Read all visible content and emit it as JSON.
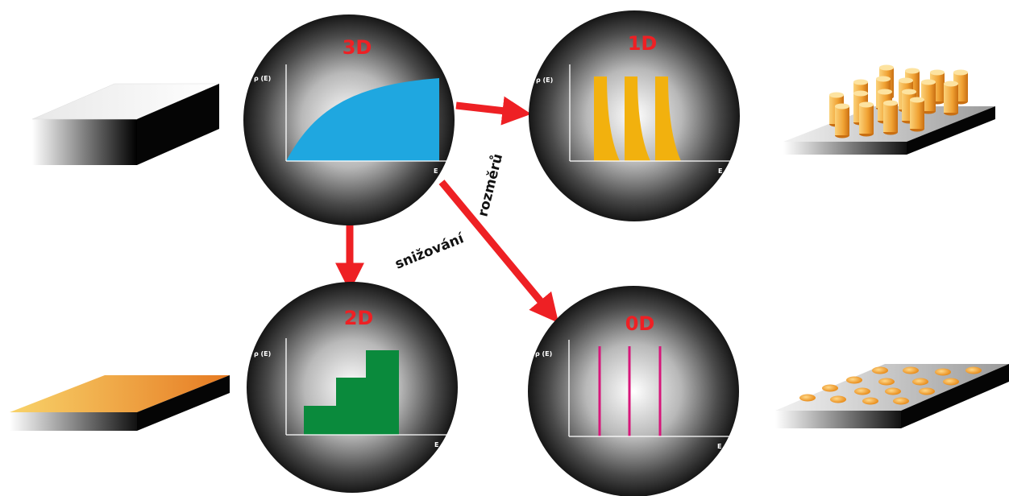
{
  "spheres": [
    {
      "id": "3d",
      "label": "3D",
      "y_axis": "ρ (E)",
      "x_axis": "E",
      "plot": "continuous",
      "plot_color": "#1fa7e0"
    },
    {
      "id": "1d",
      "label": "1D",
      "y_axis": "ρ (E)",
      "x_axis": "E",
      "plot": "peaks",
      "plot_color": "#f2b10e"
    },
    {
      "id": "2d",
      "label": "2D",
      "y_axis": "ρ (E)",
      "x_axis": "E",
      "plot": "steps",
      "plot_color": "#0a8a3c"
    },
    {
      "id": "0d",
      "label": "0D",
      "y_axis": "ρ (E)",
      "x_axis": "E",
      "plot": "deltas",
      "plot_color": "#d6177a"
    }
  ],
  "arrow_text": {
    "part1": "snižování",
    "part2": "rozměrů"
  },
  "colors": {
    "label": "#ee2024",
    "arrow": "#ee2024",
    "sphere_center": "#ffffff",
    "sphere_edge": "#1a1a1a"
  },
  "objects": [
    {
      "id": "bulk-block",
      "kind": "bulk"
    },
    {
      "id": "nanowire-array",
      "kind": "wires"
    },
    {
      "id": "thin-film",
      "kind": "film"
    },
    {
      "id": "quantum-dot-substrate",
      "kind": "dots"
    }
  ]
}
